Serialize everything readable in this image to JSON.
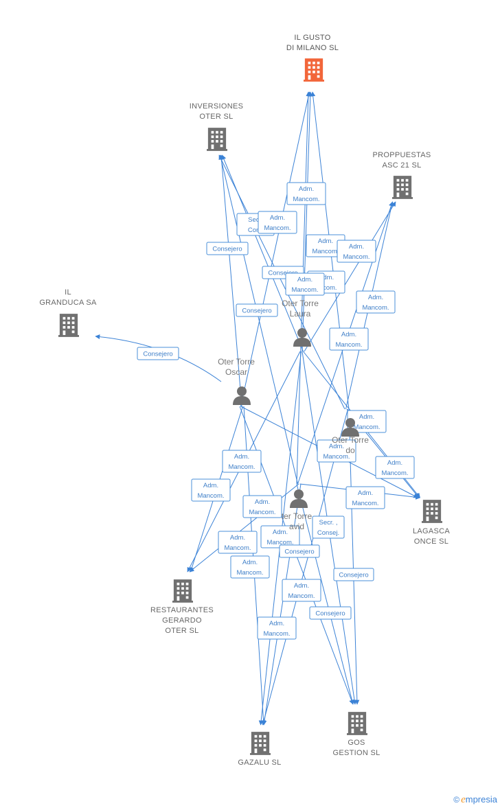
{
  "colors": {
    "edge": "#3b82d6",
    "company": "#707070",
    "focus_company": "#f2663a",
    "person": "#707070"
  },
  "companies": [
    {
      "id": "gusto",
      "lines": [
        "IL GUSTO",
        "DI MILANO SL"
      ],
      "focus": true
    },
    {
      "id": "inversiones",
      "lines": [
        "INVERSIONES",
        "OTER SL"
      ]
    },
    {
      "id": "proppuestas",
      "lines": [
        "PROPPUESTAS",
        "ASC 21 SL"
      ]
    },
    {
      "id": "granduca",
      "lines": [
        "IL",
        "GRANDUCA SA"
      ]
    },
    {
      "id": "lagasca",
      "lines": [
        "LAGASCA",
        "ONCE SL"
      ]
    },
    {
      "id": "restaurantes",
      "lines": [
        "RESTAURANTES",
        "GERARDO",
        "OTER SL"
      ]
    },
    {
      "id": "gazalu",
      "lines": [
        "GAZALU SL"
      ]
    },
    {
      "id": "gos",
      "lines": [
        "GOS",
        "GESTION SL"
      ]
    }
  ],
  "persons": [
    {
      "id": "laura",
      "lines": [
        "Oter Torre",
        "Laura"
      ]
    },
    {
      "id": "oscar",
      "lines": [
        "Oter Torre",
        "Oscar"
      ]
    },
    {
      "id": "gerardo",
      "lines": [
        "Oter Torre",
        "do"
      ]
    },
    {
      "id": "david",
      "lines": [
        "ter Torre",
        "avid"
      ]
    }
  ],
  "roles": [
    {
      "lines": [
        "Adm.",
        "Mancom."
      ]
    },
    {
      "lines": [
        "Secr.",
        "Cons"
      ]
    },
    {
      "lines": [
        "Adm.",
        "Mancom."
      ]
    },
    {
      "lines": [
        "Consejero"
      ]
    },
    {
      "lines": [
        "Adm.",
        "Mancom."
      ]
    },
    {
      "lines": [
        "Adm.",
        "Mancom."
      ]
    },
    {
      "lines": [
        "Consejero"
      ]
    },
    {
      "lines": [
        "Adm.",
        "ancom."
      ]
    },
    {
      "lines": [
        "Adm.",
        "Mancom."
      ]
    },
    {
      "lines": [
        "Consejero"
      ]
    },
    {
      "lines": [
        "Adm.",
        "Mancom."
      ]
    },
    {
      "lines": [
        "Adm.",
        "Mancom."
      ]
    },
    {
      "lines": [
        "Consejero"
      ]
    },
    {
      "lines": [
        "Adm.",
        "Mancom."
      ]
    },
    {
      "lines": [
        "Adm.",
        "Mancom."
      ]
    },
    {
      "lines": [
        "Adm.",
        "Mancom."
      ]
    },
    {
      "lines": [
        "Adm.",
        "Mancom."
      ]
    },
    {
      "lines": [
        "Adm.",
        "Mancom."
      ]
    },
    {
      "lines": [
        "Adm.",
        "Mancom."
      ]
    },
    {
      "lines": [
        "Adm.",
        "Mancom."
      ]
    },
    {
      "lines": [
        "Secr. ,",
        "Consej."
      ]
    },
    {
      "lines": [
        "Adm.",
        "Mancom."
      ]
    },
    {
      "lines": [
        "Adm.",
        "Mancom."
      ]
    },
    {
      "lines": [
        "Consejero"
      ]
    },
    {
      "lines": [
        "Adm.",
        "Mancom."
      ]
    },
    {
      "lines": [
        "Consejero"
      ]
    },
    {
      "lines": [
        "Adm.",
        "Mancom."
      ]
    },
    {
      "lines": [
        "Consejero"
      ]
    },
    {
      "lines": [
        "Adm.",
        "Mancom."
      ]
    }
  ],
  "edges": [
    [
      "oscar",
      "granduca"
    ],
    [
      "oscar",
      "gusto"
    ],
    [
      "oscar",
      "inversiones"
    ],
    [
      "oscar",
      "restaurantes"
    ],
    [
      "oscar",
      "gazalu"
    ],
    [
      "oscar",
      "gos"
    ],
    [
      "oscar",
      "lagasca"
    ],
    [
      "laura",
      "gusto"
    ],
    [
      "laura",
      "inversiones"
    ],
    [
      "laura",
      "proppuestas"
    ],
    [
      "laura",
      "restaurantes"
    ],
    [
      "laura",
      "gazalu"
    ],
    [
      "laura",
      "gos"
    ],
    [
      "laura",
      "lagasca"
    ],
    [
      "gerardo",
      "gusto"
    ],
    [
      "gerardo",
      "inversiones"
    ],
    [
      "gerardo",
      "proppuestas"
    ],
    [
      "gerardo",
      "lagasca"
    ],
    [
      "gerardo",
      "gazalu"
    ],
    [
      "gerardo",
      "gos"
    ],
    [
      "david",
      "gusto"
    ],
    [
      "david",
      "proppuestas"
    ],
    [
      "david",
      "restaurantes"
    ],
    [
      "david",
      "lagasca"
    ],
    [
      "david",
      "gazalu"
    ],
    [
      "david",
      "gos"
    ],
    [
      "david",
      "inversiones"
    ]
  ],
  "watermark": {
    "copyright": "©",
    "brand_first": "e",
    "brand_rest": "mpresia"
  }
}
